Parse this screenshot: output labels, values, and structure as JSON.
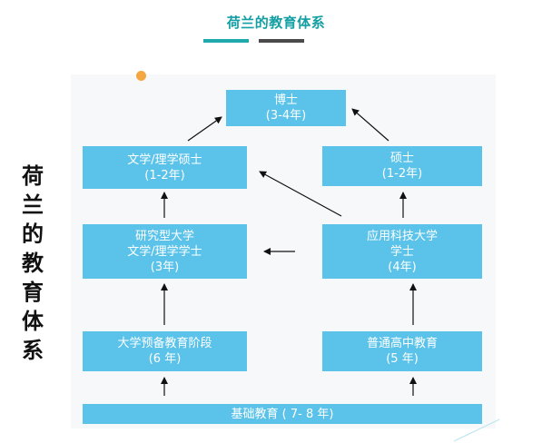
{
  "header": {
    "title": "荷兰的教育体系"
  },
  "side_title_chars": [
    "荷",
    "兰",
    "的",
    "教",
    "育",
    "体",
    "系"
  ],
  "boxes": {
    "phd": {
      "line1": "博士",
      "line2": "(3-4年)"
    },
    "univ_master": {
      "line1": "文学/理学硕士",
      "line2": "(1-2年)"
    },
    "hbo_master": {
      "line1": "硕士",
      "line2": "(1-2年)"
    },
    "univ_bachelor": {
      "line1": "研究型大学",
      "line2": "文学/理学学士",
      "line3": "(3年)"
    },
    "hbo_bachelor": {
      "line1": "应用科技大学",
      "line2": "学士",
      "line3": "(4年)"
    },
    "vwo": {
      "line1": "大学预备教育阶段",
      "line2": "(6 年)"
    },
    "havo": {
      "line1": "普通高中教育",
      "line2": "(5 年)"
    },
    "basic": {
      "line1": "基础教育 ( 7- 8 年)"
    }
  },
  "colors": {
    "title": "#139fa3",
    "accent_teal": "#20a9ad",
    "accent_dark": "#4a4a4a",
    "box_fill": "#5bc3e9",
    "box_text": "#ffffff",
    "arrow": "#111111",
    "dot": "#f4a640"
  },
  "icons": [
    "orange-dot",
    "arrow"
  ]
}
